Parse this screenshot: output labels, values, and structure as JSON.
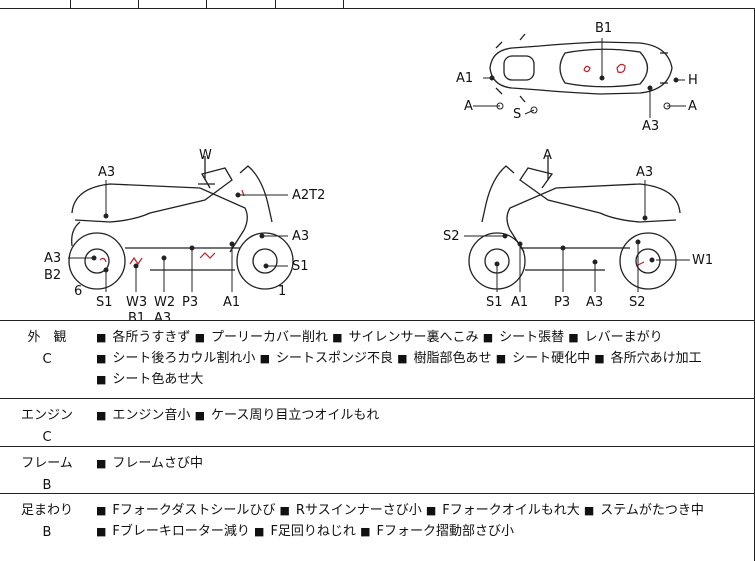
{
  "diagram": {
    "top_labels": [
      "B1",
      "A1",
      "H",
      "A",
      "S",
      "A",
      "A3"
    ],
    "left_labels": [
      "W",
      "A3",
      "A2T2",
      "A3",
      "A3",
      "B2",
      "S1",
      "6",
      "S1",
      "W3",
      "W2",
      "P3",
      "A1",
      "1",
      "B1",
      "A3"
    ],
    "right_labels": [
      "A",
      "A3",
      "S2",
      "W1",
      "S1",
      "A1",
      "P3",
      "A3",
      "S2"
    ]
  },
  "sections": [
    {
      "category": "外　観",
      "grade": "C",
      "items": [
        "各所うすきず",
        "プーリーカバー削れ",
        "サイレンサー裏へこみ",
        "シート張替",
        "レバーまがり",
        "シート後ろカウル割れ小",
        "シートスポンジ不良",
        "樹脂部色あせ",
        "シート硬化中",
        "各所穴あけ加工",
        "シート色あせ大"
      ]
    },
    {
      "category": "エンジン",
      "grade": "C",
      "items": [
        "エンジン音小",
        "ケース周り目立つオイルもれ"
      ]
    },
    {
      "category": "フレーム",
      "grade": "B",
      "items": [
        "フレームさび中"
      ]
    },
    {
      "category": "足まわり",
      "grade": "B",
      "items": [
        "Fフォークダストシールひび",
        "Rサスインナーさび小",
        "Fフォークオイルもれ大",
        "ステムがたつき中",
        "Fブレーキローター減り",
        "F足回りねじれ",
        "Fフォーク摺動部さび小"
      ]
    }
  ],
  "bullet": "■"
}
